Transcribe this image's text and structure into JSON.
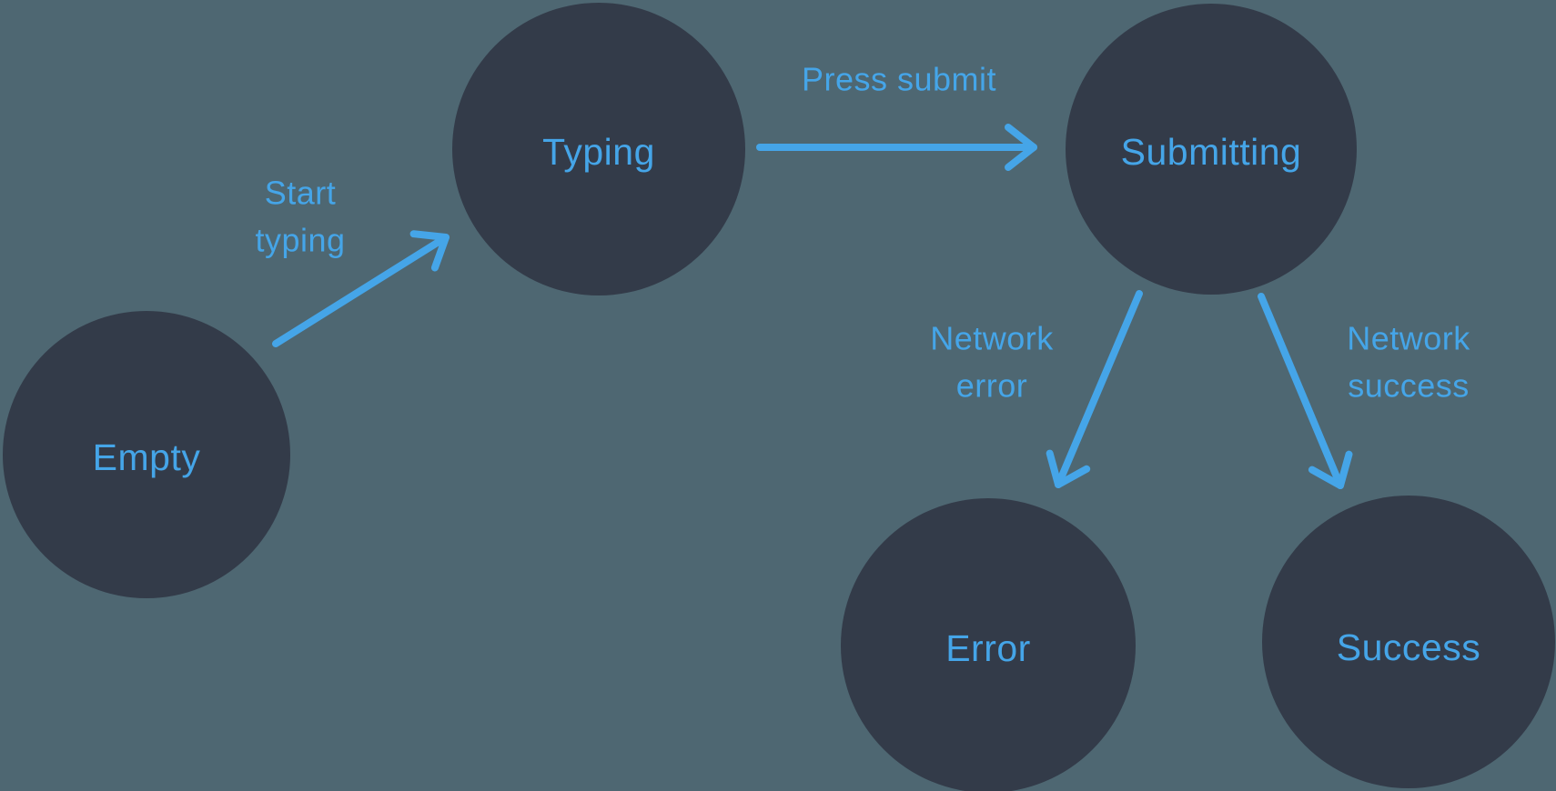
{
  "diagram": {
    "type": "state-machine",
    "colors": {
      "background": "#4E6772",
      "node_fill": "#333B49",
      "accent_blue": "#45A5E8"
    },
    "nodes": [
      {
        "id": "empty",
        "label": "Empty"
      },
      {
        "id": "typing",
        "label": "Typing"
      },
      {
        "id": "submitting",
        "label": "Submitting"
      },
      {
        "id": "error",
        "label": "Error"
      },
      {
        "id": "success",
        "label": "Success"
      }
    ],
    "edges": [
      {
        "from": "empty",
        "to": "typing",
        "label_lines": [
          "Start",
          "typing"
        ]
      },
      {
        "from": "typing",
        "to": "submitting",
        "label_lines": [
          "Press submit"
        ]
      },
      {
        "from": "submitting",
        "to": "error",
        "label_lines": [
          "Network",
          "error"
        ]
      },
      {
        "from": "submitting",
        "to": "success",
        "label_lines": [
          "Network",
          "success"
        ]
      }
    ]
  }
}
